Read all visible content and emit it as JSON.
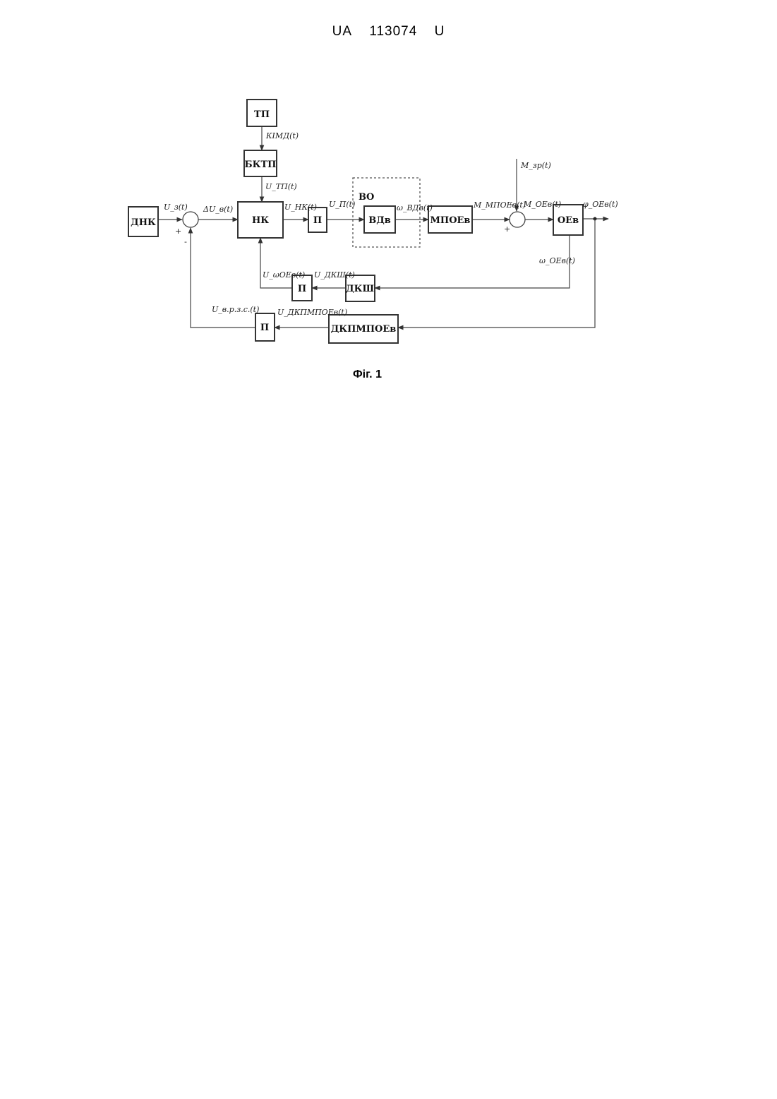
{
  "header": {
    "country": "UA",
    "number": "113074",
    "kind": "U"
  },
  "caption": "Фіг. 1",
  "blocks": {
    "tp": "ТП",
    "bktp": "БКТП",
    "dnk": "ДНК",
    "nk": "НК",
    "p1": "П",
    "vo": "ВО",
    "vdv": "ВДв",
    "mpoev": "МПОЕв",
    "oev": "ОЕв",
    "dksh": "ДКШ",
    "p2": "П",
    "dkpmpoev": "ДКПМПОЕв",
    "p3": "П"
  },
  "signals": {
    "kimd": "КІМД(t)",
    "u_tp": "U_ТП(t)",
    "u_z": "U_з(t)",
    "du": "ΔU_в(t)",
    "u_nk": "U_НК(t)",
    "u_p": "U_П(t)",
    "omega_vdv": "ω_ВДв(t)",
    "m_mpoev": "M_МПОЕв(t)",
    "m_zr": "M_зр(t)",
    "m_oev": "M_ОЕв(t)",
    "phi_oev": "φ_ОЕв(t)",
    "omega_oev": "ω_ОЕв(t)",
    "u_omega_oev": "U_ωОЕв(t)",
    "u_dksh": "U_ДКШ(t)",
    "u_vrs": "U_в.р.з.с.(t)",
    "u_dkpm": "U_ДКПМПОЕв(t)"
  },
  "signs": {
    "plus": "+",
    "minus": "-"
  }
}
